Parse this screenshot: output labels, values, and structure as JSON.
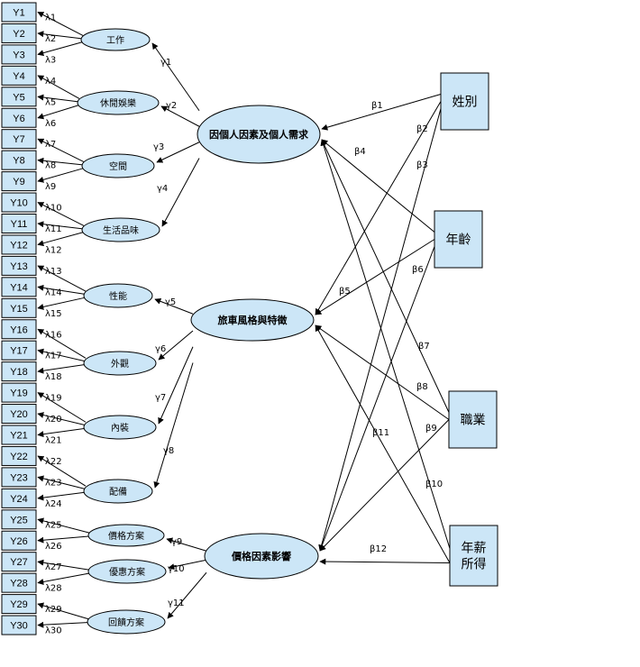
{
  "indicators": [
    "Y1",
    "Y2",
    "Y3",
    "Y4",
    "Y5",
    "Y6",
    "Y7",
    "Y8",
    "Y9",
    "Y10",
    "Y11",
    "Y12",
    "Y13",
    "Y14",
    "Y15",
    "Y16",
    "Y17",
    "Y18",
    "Y19",
    "Y20",
    "Y21",
    "Y22",
    "Y23",
    "Y24",
    "Y25",
    "Y26",
    "Y27",
    "Y28",
    "Y29",
    "Y30"
  ],
  "loadings": [
    "λ1",
    "λ2",
    "λ3",
    "λ4",
    "λ5",
    "λ6",
    "λ7",
    "λ8",
    "λ9",
    "λ10",
    "λ11",
    "λ12",
    "λ13",
    "λ14",
    "λ15",
    "λ16",
    "λ17",
    "λ18",
    "λ19",
    "λ20",
    "λ21",
    "λ22",
    "λ23",
    "λ24",
    "λ25",
    "λ26",
    "λ27",
    "λ28",
    "λ29",
    "λ30"
  ],
  "first_order": [
    "工作",
    "休閒娛樂",
    "空間",
    "生活品味",
    "性能",
    "外觀",
    "內裝",
    "配備",
    "價格方案",
    "優惠方案",
    "回饋方案"
  ],
  "second_order": [
    "因個人因素及個人需求",
    "旅車風格與特徵",
    "價格因素影響"
  ],
  "gammas": [
    "γ1",
    "γ2",
    "γ3",
    "γ4",
    "γ5",
    "γ6",
    "γ7",
    "γ8",
    "γ9",
    "γ10",
    "γ11"
  ],
  "demographics": [
    [
      "姓別"
    ],
    [
      "年齡"
    ],
    [
      "職業"
    ],
    [
      "年薪",
      "所得"
    ]
  ],
  "betas": [
    "β1",
    "β2",
    "β3",
    "β4",
    "β5",
    "β6",
    "β7",
    "β8",
    "β9",
    "β10",
    "β11",
    "β12"
  ]
}
